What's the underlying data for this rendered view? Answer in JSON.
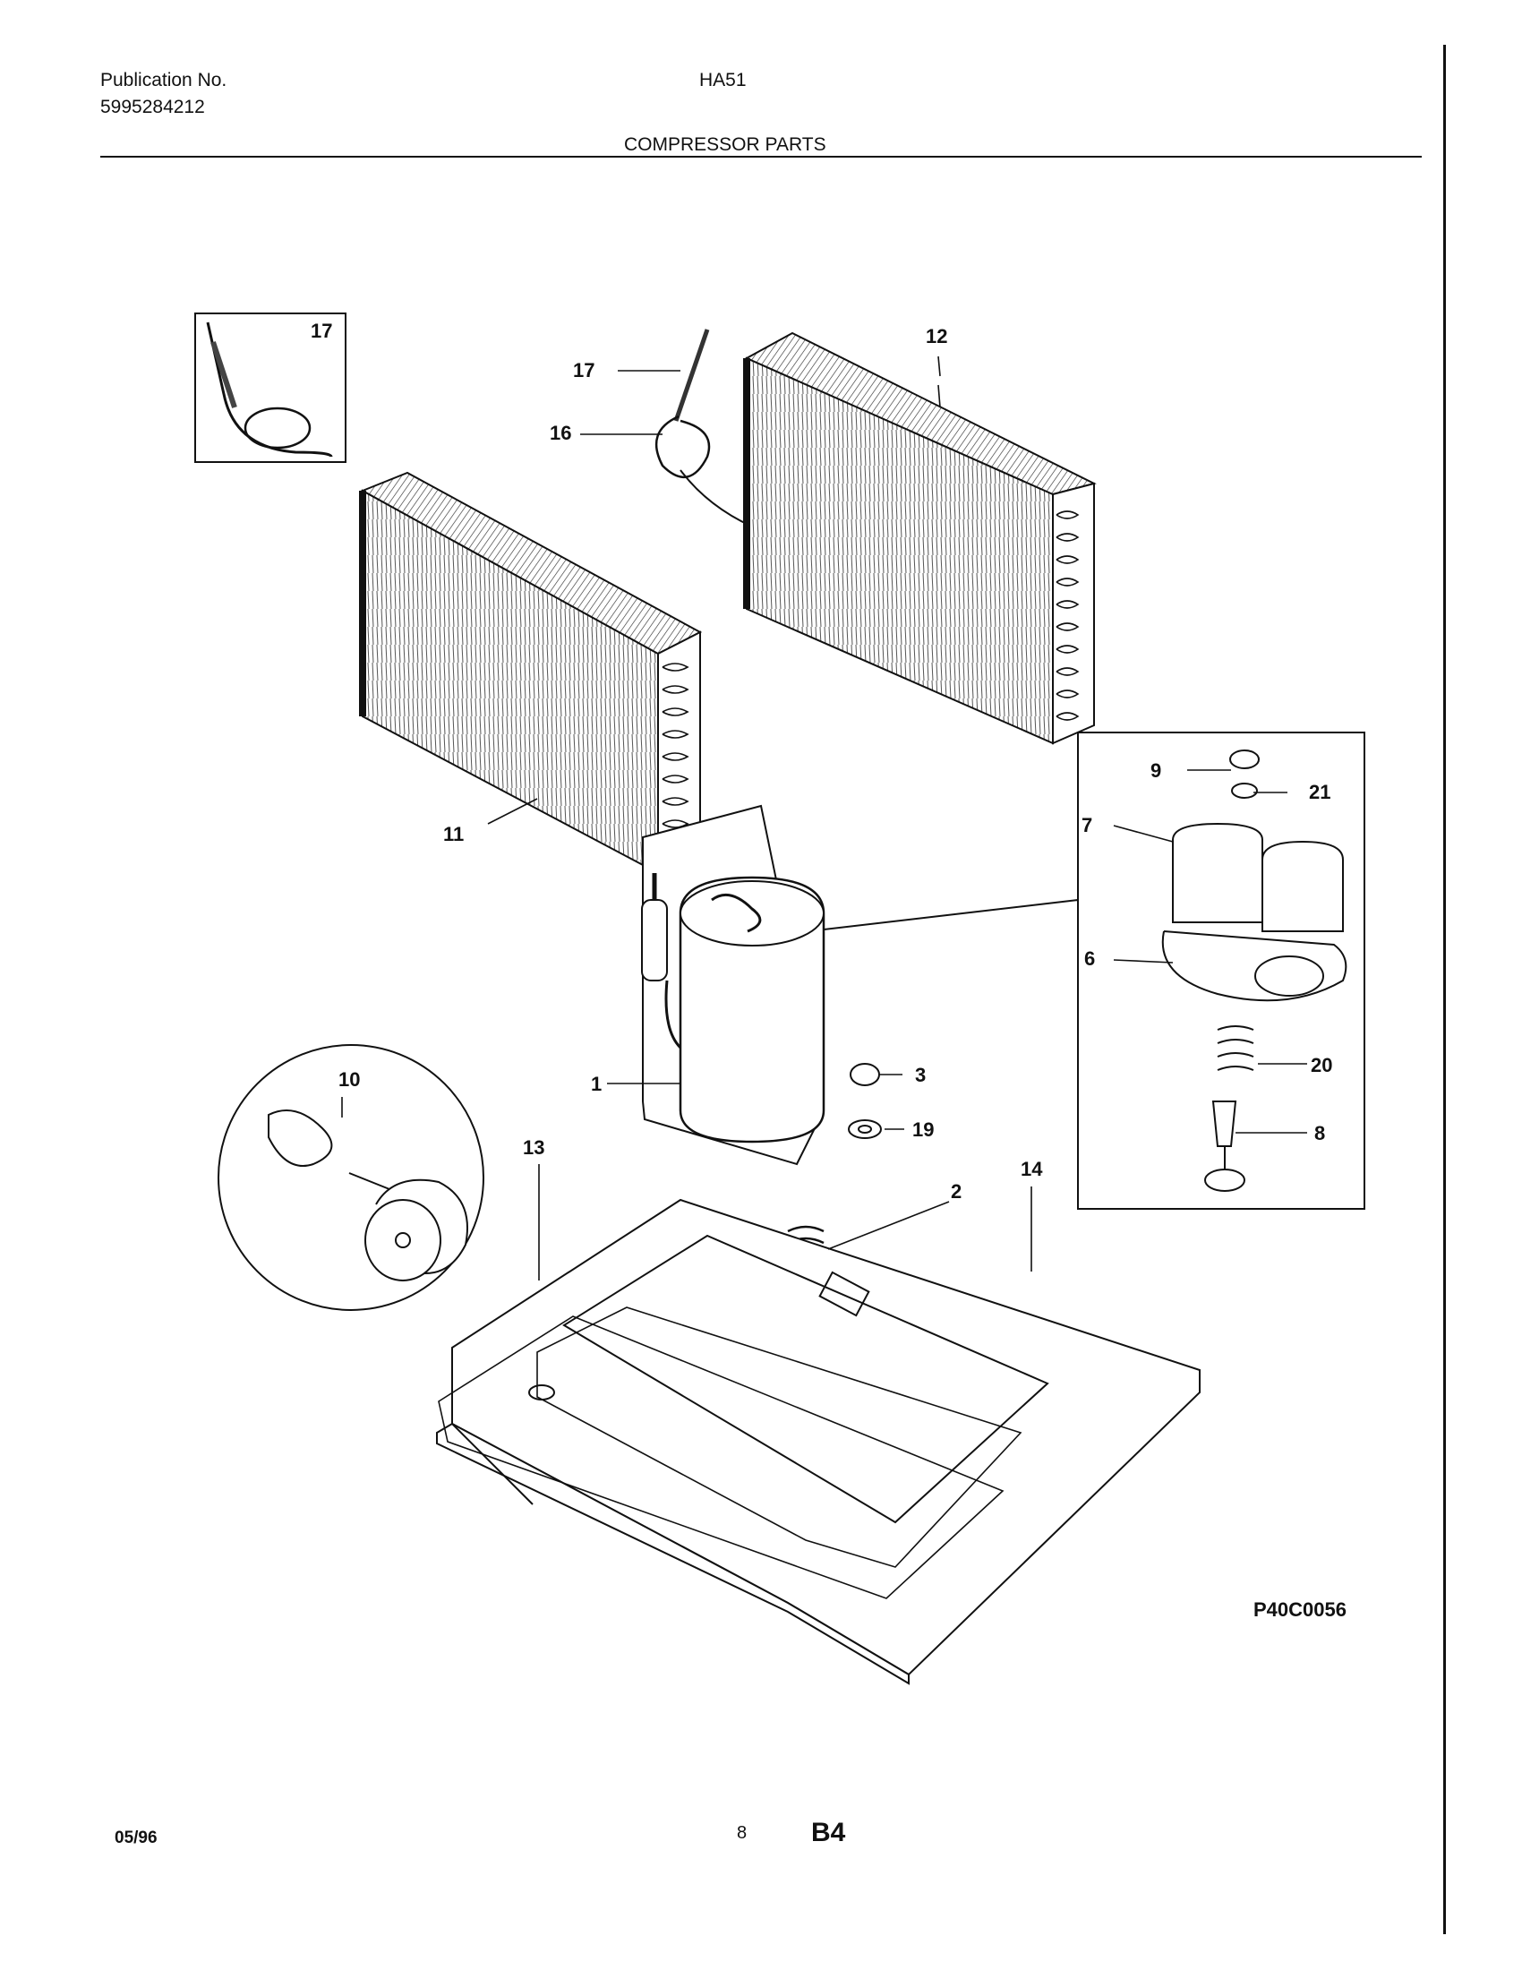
{
  "header": {
    "publication_label": "Publication No.",
    "publication_number": "5995284212",
    "model": "HA51",
    "section_title": "COMPRESSOR PARTS"
  },
  "callouts": {
    "c1": "1",
    "c2": "2",
    "c3": "3",
    "c6": "6",
    "c7": "7",
    "c8": "8",
    "c9": "9",
    "c10": "10",
    "c11": "11",
    "c12": "12",
    "c13": "13",
    "c14": "14",
    "c16": "16",
    "c17_inset": "17",
    "c17": "17",
    "c19": "19",
    "c20": "20",
    "c21": "21"
  },
  "figure_code": "P40C0056",
  "footer": {
    "date": "05/96",
    "page": "8",
    "code": "B4"
  }
}
